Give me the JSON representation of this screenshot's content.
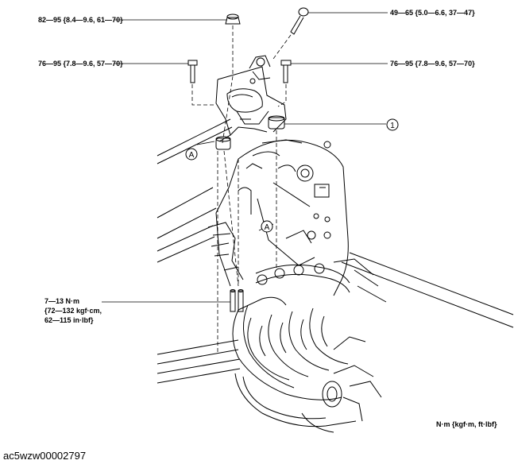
{
  "torque_specs": {
    "top_left": "82—95 {8.4—9.6, 61—70}",
    "top_right": "49—65 {5.0—6.6, 37—47}",
    "mid_left": "76—95 {7.8—9.6, 57—70}",
    "mid_right": "76—95 {7.8—9.6, 57—70}",
    "stud_line1": "7—13 N·m",
    "stud_line2": "{72—132 kgf·cm,",
    "stud_line3": "62—115 in·lbf}"
  },
  "callouts": {
    "part_number": "1",
    "view_a_left": "A",
    "view_a_center": "A"
  },
  "units_note": "N·m {kgf·m, ft·lbf}",
  "caption": "ac5wzw00002797"
}
